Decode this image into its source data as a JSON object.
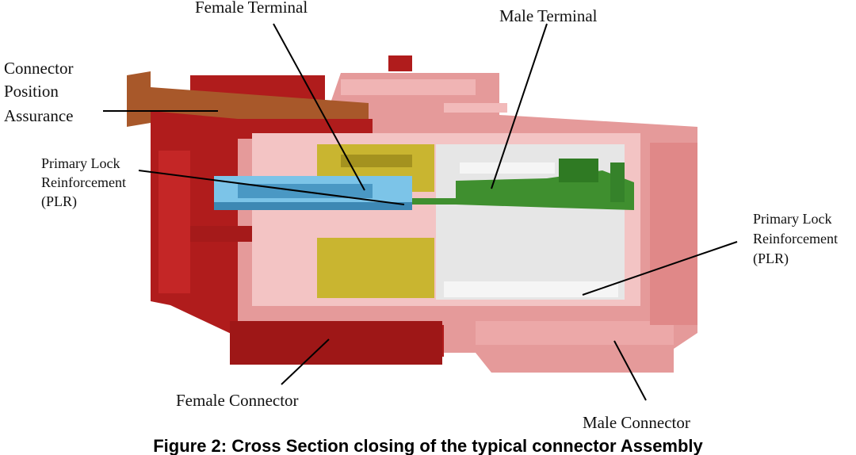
{
  "labels": {
    "female_terminal": "Female Terminal",
    "male_terminal": "Male Terminal",
    "cpa_line1": "Connector",
    "cpa_line2": "Position",
    "cpa_line3": "Assurance",
    "plr_left_line1": "Primary Lock",
    "plr_left_line2": "Reinforcement",
    "plr_left_line3": "(PLR)",
    "plr_right_line1": "Primary Lock",
    "plr_right_line2": "Reinforcement",
    "plr_right_line3": "(PLR)",
    "female_connector": "Female Connector",
    "male_connector": "Male Connector"
  },
  "caption": "Figure 2: Cross Section closing of the typical connector Assembly",
  "colors": {
    "female_housing": "#b01c1c",
    "male_housing": "#e59a9a",
    "cpa": "#a8582a",
    "female_terminal": "#7cc4e8",
    "male_terminal": "#3f8f2f",
    "plr_female": "#c9b530",
    "plr_male": "#d9d9d9"
  }
}
